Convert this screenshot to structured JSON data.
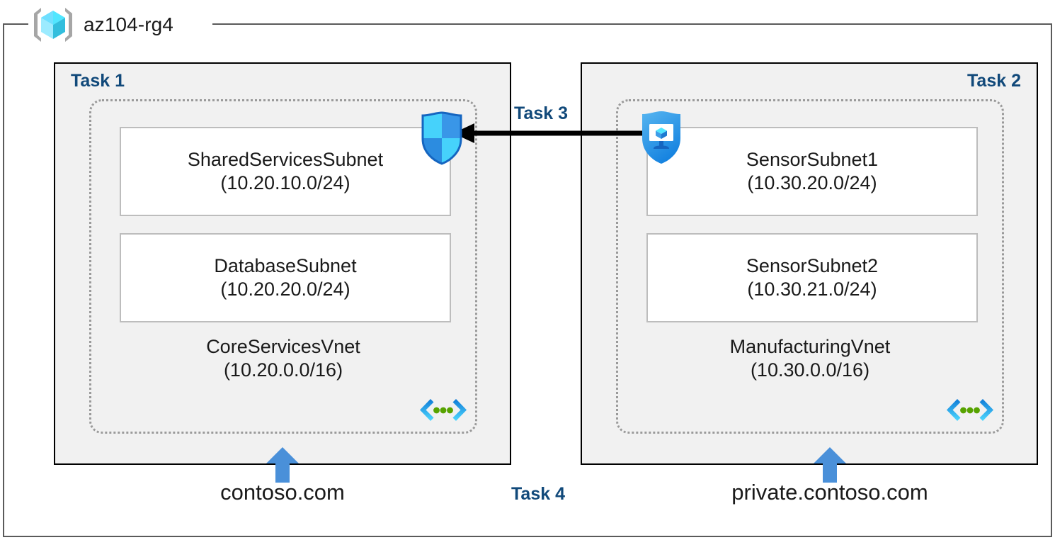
{
  "resource_group": {
    "title": "az104-rg4",
    "icon": "azure-resource-group-cube-icon"
  },
  "task_boxes": [
    {
      "id": "task1",
      "label": "Task 1",
      "label_align": "left",
      "vnet": {
        "name": "CoreServicesVnet",
        "cidr": "(10.20.0.0/16)",
        "glyph_icon": "virtual-network-icon",
        "subnets": [
          {
            "name": "SharedServicesSubnet",
            "cidr": "(10.20.10.0/24)"
          },
          {
            "name": "DatabaseSubnet",
            "cidr": "(10.20.20.0/24)"
          }
        ]
      },
      "dns": {
        "arrow_icon": "up-arrow-icon",
        "label": "contoso.com"
      }
    },
    {
      "id": "task2",
      "label": "Task 2",
      "label_align": "right",
      "vnet": {
        "name": "ManufacturingVnet",
        "cidr": "(10.30.0.0/16)",
        "glyph_icon": "virtual-network-icon",
        "subnets": [
          {
            "name": "SensorSubnet1",
            "cidr": "(10.30.20.0/24)"
          },
          {
            "name": "SensorSubnet2",
            "cidr": "(10.30.21.0/24)"
          }
        ]
      },
      "dns": {
        "arrow_icon": "up-arrow-icon",
        "label": "private.contoso.com"
      }
    }
  ],
  "connections": {
    "task3": {
      "label": "Task 3",
      "direction": "right-to-left",
      "arrow_icon": "left-arrow-icon",
      "source_icon": "shield-virtual-machine-icon",
      "target_icon": "network-security-group-shield-icon"
    },
    "task4": {
      "label": "Task 4"
    }
  },
  "colors": {
    "task_label": "#11497a",
    "task_box_fill": "#f1f1f1",
    "task_box_border": "#000000",
    "vnet_border": "#9a9a9a",
    "subnet_border": "#bdbdbd",
    "frame_border": "#5a5a5a",
    "dns_arrow": "#4a90d9",
    "azure_blue": "#1e91e8",
    "azure_cyan": "#50e6ff",
    "vnet_dot_green": "#57a300"
  }
}
